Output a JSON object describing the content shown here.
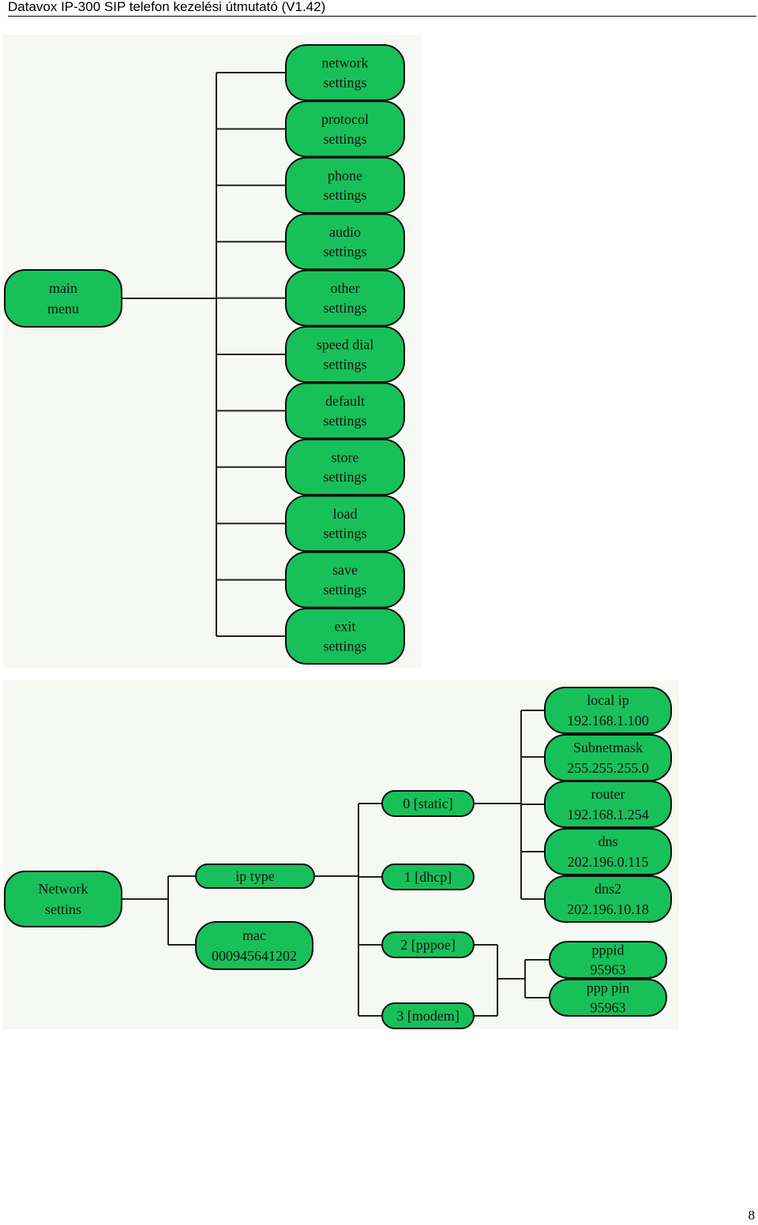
{
  "header": {
    "title": "Datavox IP-300 SIP telefon kezelési útmutató (V1.42)"
  },
  "page_number": "8",
  "colors": {
    "node_fill": "#18c05a",
    "node_stroke": "#0d0d0d",
    "connector": "#222222",
    "text": "#111111"
  },
  "diagram1": {
    "root": {
      "label": [
        "main",
        "menu"
      ]
    },
    "children": [
      {
        "id": "network-settings",
        "label": [
          "network",
          "settings"
        ]
      },
      {
        "id": "protocol-settings",
        "label": [
          "protocol",
          "settings"
        ]
      },
      {
        "id": "phone-settings",
        "label": [
          "phone",
          "settings"
        ]
      },
      {
        "id": "audio-settings",
        "label": [
          "audio",
          "settings"
        ]
      },
      {
        "id": "other-settings",
        "label": [
          "other",
          "settings"
        ]
      },
      {
        "id": "speed-dial-settings",
        "label": [
          "speed dial",
          "settings"
        ]
      },
      {
        "id": "default-settings",
        "label": [
          "default",
          "settings"
        ]
      },
      {
        "id": "store-settings",
        "label": [
          "store",
          "settings"
        ]
      },
      {
        "id": "load-settings",
        "label": [
          "load",
          "settings"
        ]
      },
      {
        "id": "save-settings",
        "label": [
          "save",
          "settings"
        ]
      },
      {
        "id": "exit-settings",
        "label": [
          "exit",
          "settings"
        ]
      }
    ]
  },
  "diagram2": {
    "root": {
      "label": [
        "Network",
        "settins"
      ]
    },
    "ip_type": {
      "label": [
        "ip type"
      ]
    },
    "mac": {
      "label": [
        "mac",
        "000945641202"
      ]
    },
    "modes": [
      {
        "id": "static",
        "label": [
          "0 [static]"
        ]
      },
      {
        "id": "dhcp",
        "label": [
          "1 [dhcp]"
        ]
      },
      {
        "id": "pppoe",
        "label": [
          "2 [pppoe]"
        ]
      },
      {
        "id": "modem",
        "label": [
          "3 [modem]"
        ]
      }
    ],
    "static_fields": [
      {
        "id": "local-ip",
        "label": [
          "local ip",
          "192.168.1.100"
        ]
      },
      {
        "id": "subnetmask",
        "label": [
          "Subnetmask",
          "255.255.255.0"
        ]
      },
      {
        "id": "router",
        "label": [
          "router",
          "192.168.1.254"
        ]
      },
      {
        "id": "dns",
        "label": [
          "dns",
          "202.196.0.115"
        ]
      },
      {
        "id": "dns2",
        "label": [
          "dns2",
          "202.196.10.18"
        ]
      }
    ],
    "ppp_fields": [
      {
        "id": "pppid",
        "label": [
          "pppid",
          "95963"
        ]
      },
      {
        "id": "ppp-pin",
        "label": [
          "ppp pin",
          "95963"
        ]
      }
    ]
  }
}
